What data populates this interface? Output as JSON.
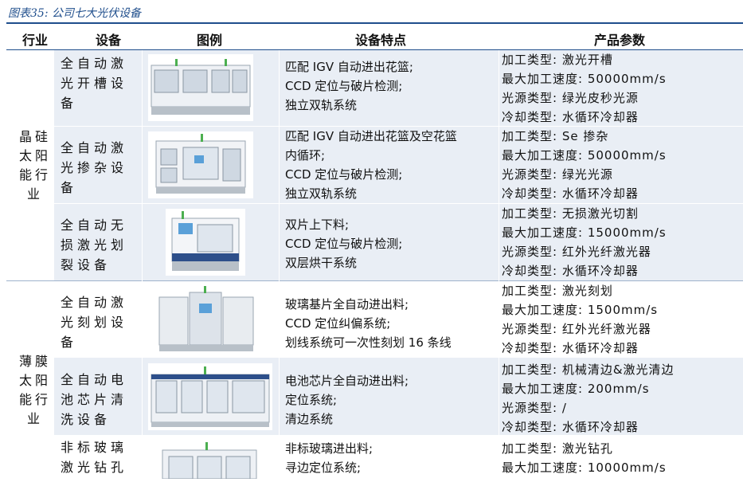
{
  "caption": "图表35: 公司七大光伏设备",
  "headers": {
    "industry": "行业",
    "equipment": "设备",
    "image": "图例",
    "features": "设备特点",
    "params": "产品参数"
  },
  "groups": [
    {
      "industry": "晶硅太阳能行业"
    },
    {
      "industry": "薄膜太阳能行业"
    }
  ],
  "rows": [
    {
      "equipment": "全自动激光开槽设备",
      "features": [
        "匹配 IGV 自动进出花篮;",
        "CCD 定位与破片检测;",
        "独立双轨系统"
      ],
      "params": [
        "加工类型: 激光开槽",
        "最大加工速度: 50000mm/s",
        "光源类型: 绿光皮秒光源",
        "冷却类型: 水循环冷却器"
      ]
    },
    {
      "equipment": "全自动激光掺杂设备",
      "features": [
        "匹配 IGV 自动进出花篮及空花篮",
        "内循环;",
        "CCD 定位与破片检测;",
        "独立双轨系统"
      ],
      "params": [
        "加工类型: Se 掺杂",
        "最大加工速度: 50000mm/s",
        "光源类型: 绿光光源",
        "冷却类型: 水循环冷却器"
      ]
    },
    {
      "equipment": "全自动无损激光划裂设备",
      "features": [
        "双片上下料;",
        "CCD 定位与破片检测;",
        "双层烘干系统"
      ],
      "params": [
        "加工类型: 无损激光切割",
        "最大加工速度: 15000mm/s",
        "光源类型: 红外光纤激光器",
        "冷却类型: 水循环冷却器"
      ]
    },
    {
      "equipment": "全自动激光刻划设备",
      "features": [
        "玻璃基片全自动进出料;",
        "CCD 定位纠偏系统;",
        "划线系统可一次性刻划 16 条线"
      ],
      "params": [
        "加工类型: 激光刻划",
        "最大加工速度: 1500mm/s",
        "光源类型: 红外光纤激光器",
        "冷却类型: 水循环冷却器"
      ]
    },
    {
      "equipment": "全自动电池芯片清洗设备",
      "features": [
        "电池芯片全自动进出料;",
        "定位系统;",
        "清边系统"
      ],
      "params": [
        "加工类型: 机械清边&激光清边",
        "最大加工速度: 200mm/s",
        "光源类型: /",
        "冷却类型: 水循环冷却器"
      ]
    },
    {
      "equipment": "非标玻璃激光钻孔",
      "features": [
        "非标玻璃进出料;",
        "寻边定位系统;"
      ],
      "params": [
        "加工类型: 激光钻孔",
        "最大加工速度: 10000mm/s"
      ]
    }
  ]
}
